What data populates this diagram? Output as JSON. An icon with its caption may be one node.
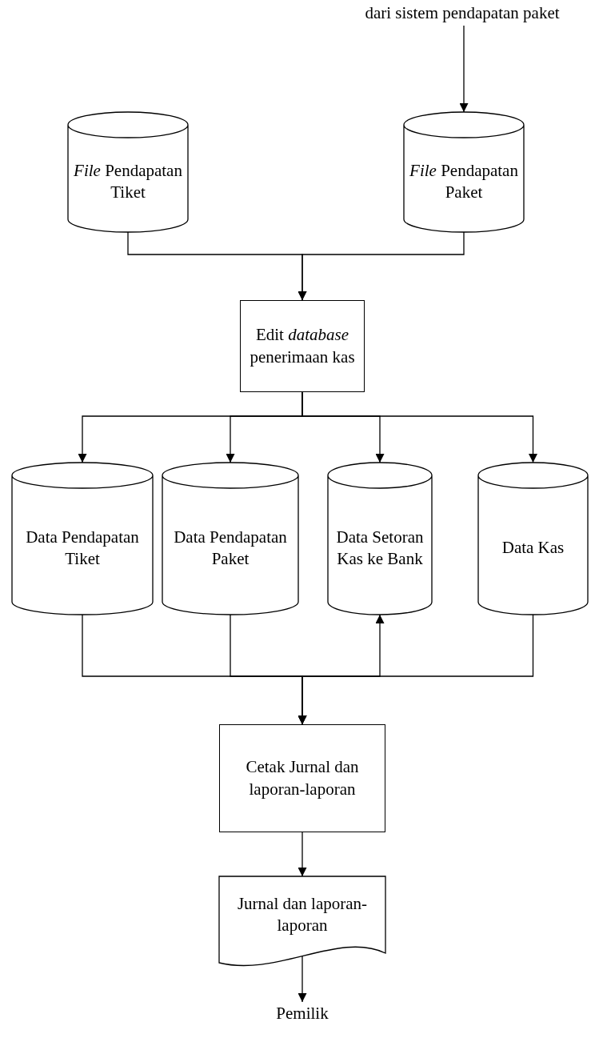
{
  "diagram": {
    "nodes": [
      {
        "text": [
          "dari sistem pendapatan paket"
        ]
      },
      {
        "text": [
          "*File* Pendapatan Tiket"
        ]
      },
      {
        "text": [
          "*File* Pendapatan Paket"
        ]
      },
      {
        "text": [
          "Edit *database* penerimaan kas"
        ]
      },
      {
        "text": [
          "Data Pendapatan Tiket"
        ]
      },
      {
        "text": [
          "Data Pendapatan Paket"
        ]
      },
      {
        "text": [
          "Data Setoran Kas ke Bank"
        ]
      },
      {
        "text": [
          "Data Kas"
        ]
      },
      {
        "text": [
          "Cetak Jurnal dan laporan-laporan"
        ]
      },
      {
        "text": [
          "Jurnal dan laporan-laporan"
        ]
      },
      {
        "text": [
          "Pemilik"
        ]
      }
    ],
    "edges": [
      {
        "from": 0,
        "to": 2,
        "arrow": "to"
      },
      {
        "from": 1,
        "to": 3,
        "arrow": "to"
      },
      {
        "from": 2,
        "to": 3,
        "arrow": "to"
      },
      {
        "from": 3,
        "to": 4,
        "arrow": "to"
      },
      {
        "from": 3,
        "to": 5,
        "arrow": "to"
      },
      {
        "from": 3,
        "to": 6,
        "arrow": "to"
      },
      {
        "from": 3,
        "to": 7,
        "arrow": "to"
      },
      {
        "from": 4,
        "to": 8,
        "arrow": "to"
      },
      {
        "from": 5,
        "to": 8,
        "arrow": "to"
      },
      {
        "from": 6,
        "to": 8,
        "arrow": "both"
      },
      {
        "from": 7,
        "to": 8,
        "arrow": "to"
      },
      {
        "from": 8,
        "to": 9,
        "arrow": "to"
      },
      {
        "from": 9,
        "to": 10,
        "arrow": "to"
      }
    ]
  }
}
